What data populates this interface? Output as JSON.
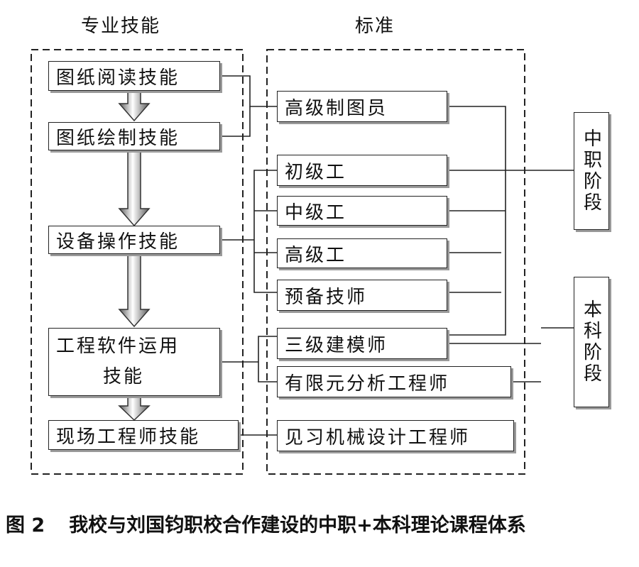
{
  "columns": {
    "skills_title": "专业技能",
    "standards_title": "标准"
  },
  "skills": [
    {
      "id": "drawing-reading",
      "label": "图纸阅读技能"
    },
    {
      "id": "drawing-making",
      "label": "图纸绘制技能"
    },
    {
      "id": "equipment-operation",
      "label": "设备操作技能"
    },
    {
      "id": "software-use",
      "label_line1": "工程软件运用",
      "label_line2": "技能"
    },
    {
      "id": "field-engineer",
      "label": "现场工程师技能"
    }
  ],
  "standards": [
    {
      "id": "senior-draftsman",
      "label": "高级制图员"
    },
    {
      "id": "junior-worker",
      "label": "初级工"
    },
    {
      "id": "intermediate-worker",
      "label": "中级工"
    },
    {
      "id": "senior-worker",
      "label": "高级工"
    },
    {
      "id": "prep-technician",
      "label": "预备技师"
    },
    {
      "id": "level3-modeler",
      "label": "三级建模师"
    },
    {
      "id": "fea-engineer",
      "label": "有限元分析工程师"
    },
    {
      "id": "trainee-mech-engineer",
      "label": "见习机械设计工程师"
    }
  ],
  "stages": [
    {
      "id": "secondary",
      "label": "中职阶段"
    },
    {
      "id": "undergraduate",
      "label": "本科阶段"
    }
  ],
  "caption": {
    "number": "图 2",
    "text": "我校与刘国钧职校合作建设的中职+本科理论课程体系"
  }
}
